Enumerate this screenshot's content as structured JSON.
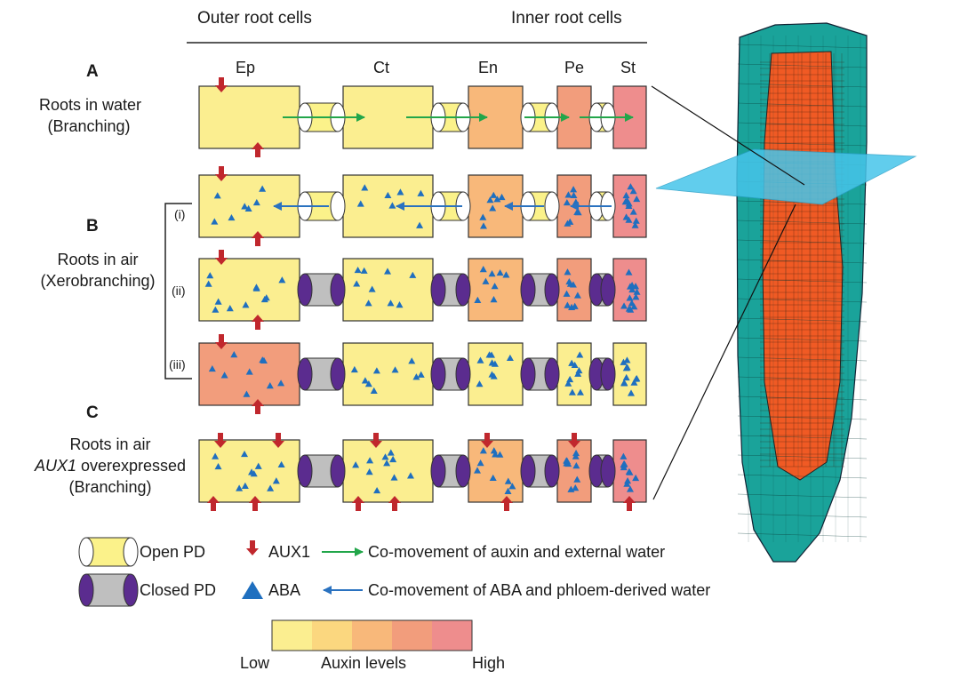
{
  "header": {
    "outer": "Outer root cells",
    "inner": "Inner root cells"
  },
  "columns": [
    "Ep",
    "Ct",
    "En",
    "Pe",
    "St"
  ],
  "panels": {
    "a": {
      "letter": "A",
      "line1": "Roots in water",
      "line2": "(Branching)"
    },
    "b": {
      "letter": "B",
      "line1": "Roots in air",
      "line2": "(Xerobranching)",
      "subs": [
        "(i)",
        "(ii)",
        "(iii)"
      ]
    },
    "c": {
      "letter": "C",
      "line1": "Roots in air",
      "gene": "AUX1",
      "line2_rest": " overexpressed",
      "line3": "(Branching)"
    }
  },
  "legend": {
    "open_pd": "Open PD",
    "closed_pd": "Closed PD",
    "aux1": "AUX1",
    "aba": "ABA",
    "green_arrow": "Co-movement of auxin and external water",
    "blue_arrow": "Co-movement of ABA and phloem-derived water",
    "auxin_low": "Low",
    "auxin_title": "Auxin levels",
    "auxin_high": "High"
  },
  "colors": {
    "auxin_scale": [
      "#fbee90",
      "#fbd77f",
      "#f8b87a",
      "#f29d7c",
      "#ee8d8d"
    ],
    "open_pd": "#fbf28a",
    "closed_pd_body": "#bfbfbf",
    "closed_pd_cap": "#5b2c8f",
    "aux1": "#c0272d",
    "aba": "#1f6fbf",
    "green_arrow": "#22a64a",
    "blue_arrow": "#2a72c0",
    "root_epidermis": "#1aa39a",
    "root_stele": "#f05a24",
    "section_plane": "#46c5ea"
  }
}
